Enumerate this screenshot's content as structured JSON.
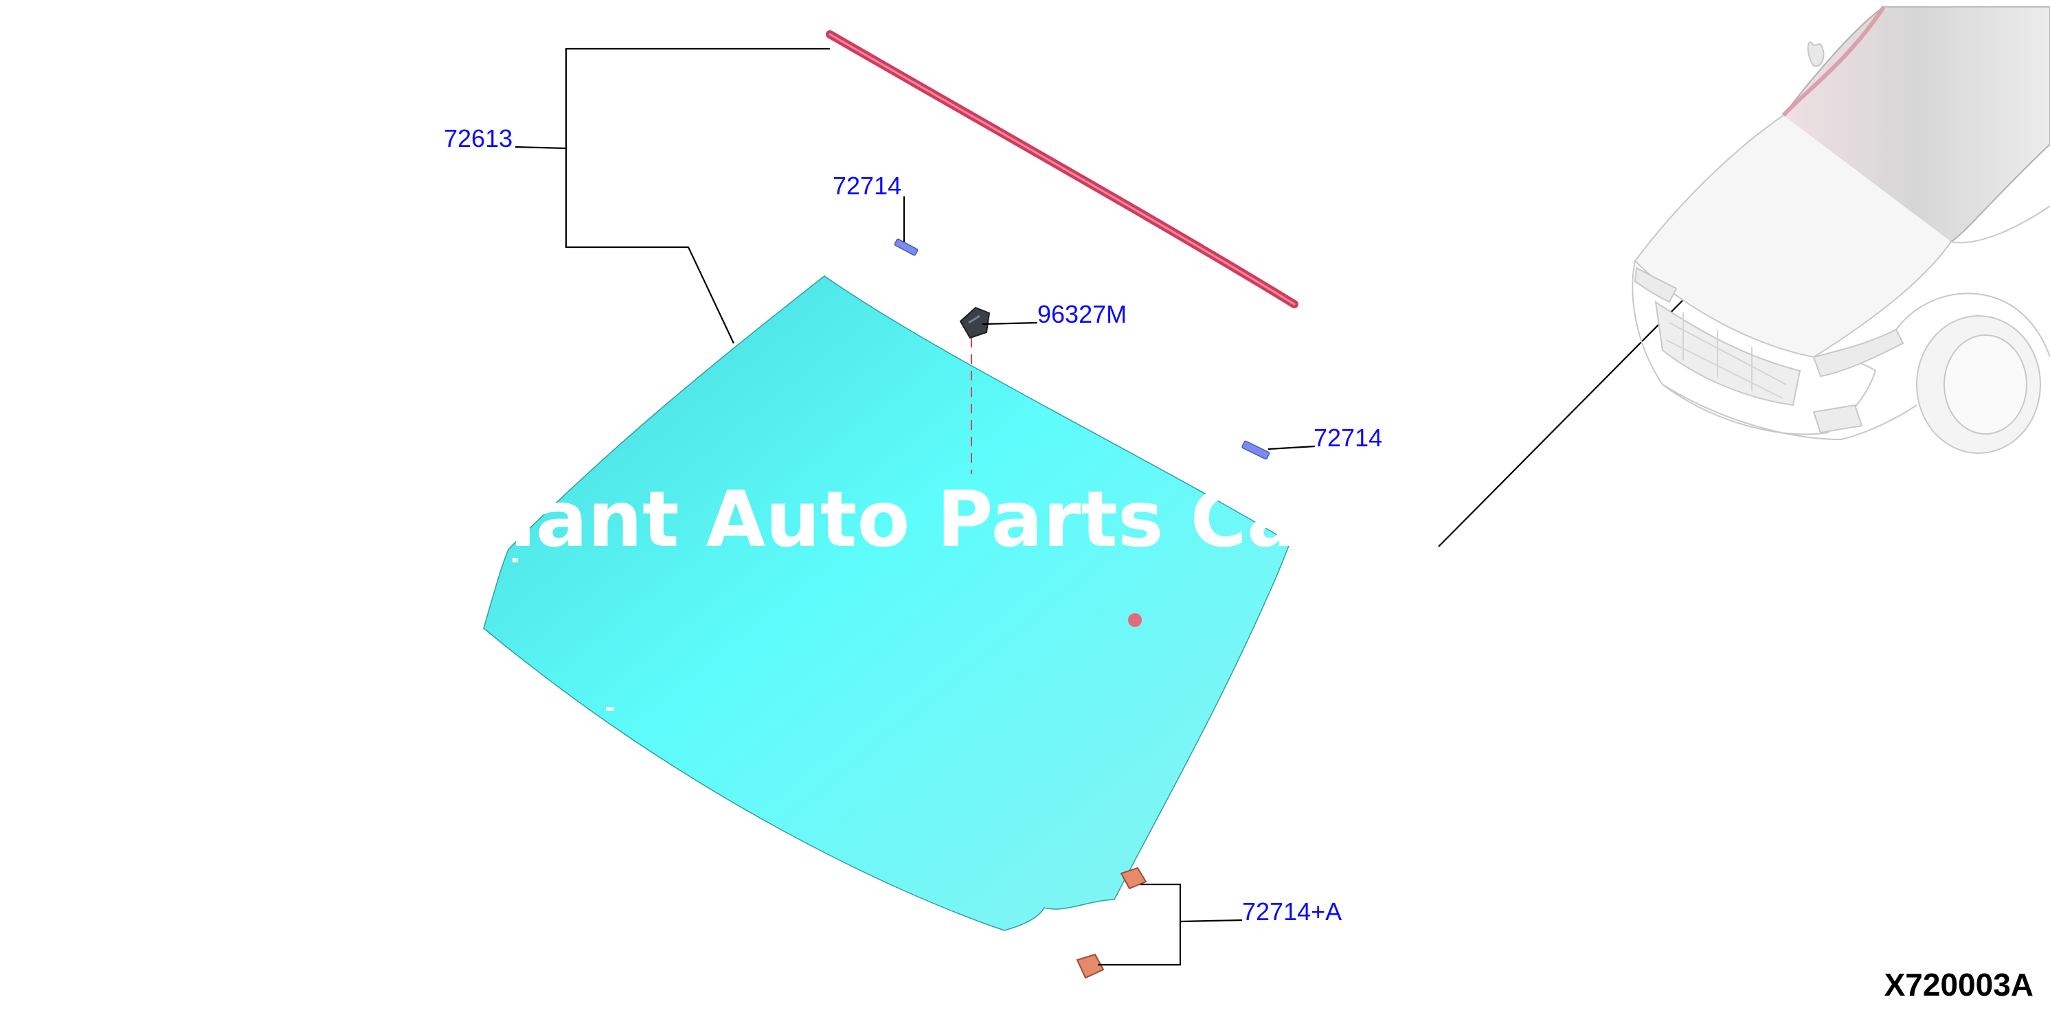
{
  "diagram": {
    "callouts": {
      "p72613": "72613",
      "p72714_top": "72714",
      "p96327M": "96327M",
      "p72714_right": "72714",
      "p72714A": "72714+A"
    },
    "watermark": "nant Auto Parts Catal",
    "code": "X720003A"
  },
  "colors": {
    "glass": "#5ef5f2",
    "molding": "#d23c5c",
    "clip": "#7a8cf0",
    "mirror_base": "#3a3f48",
    "spacer": "#e58a6a",
    "label": "#0a0aff"
  }
}
